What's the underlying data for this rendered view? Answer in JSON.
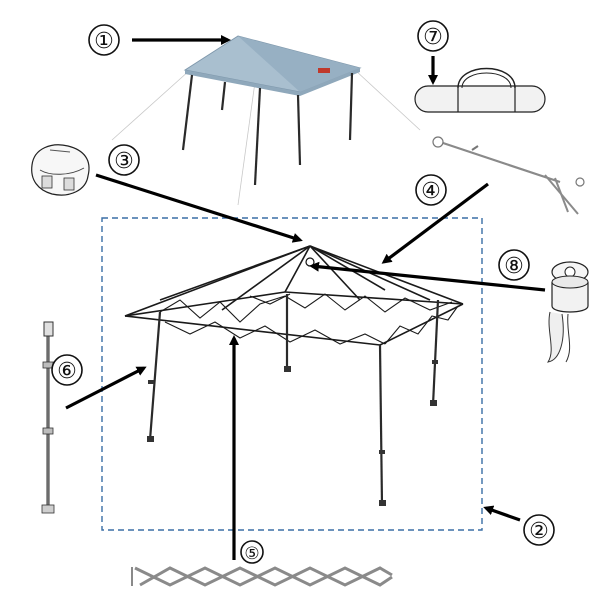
{
  "callouts": {
    "c1": "①",
    "c2": "②",
    "c3": "③",
    "c4": "④",
    "c5": "⑤",
    "c6": "⑥",
    "c7": "⑦",
    "c8": "⑧"
  },
  "colors": {
    "canopy_fabric": "#a9bfcf",
    "canopy_shade": "#8fa8bb",
    "frame": "#1a1a1a",
    "box_border": "#3a6ea5",
    "arrow": "#000000",
    "bag": "#f2f2f2"
  }
}
